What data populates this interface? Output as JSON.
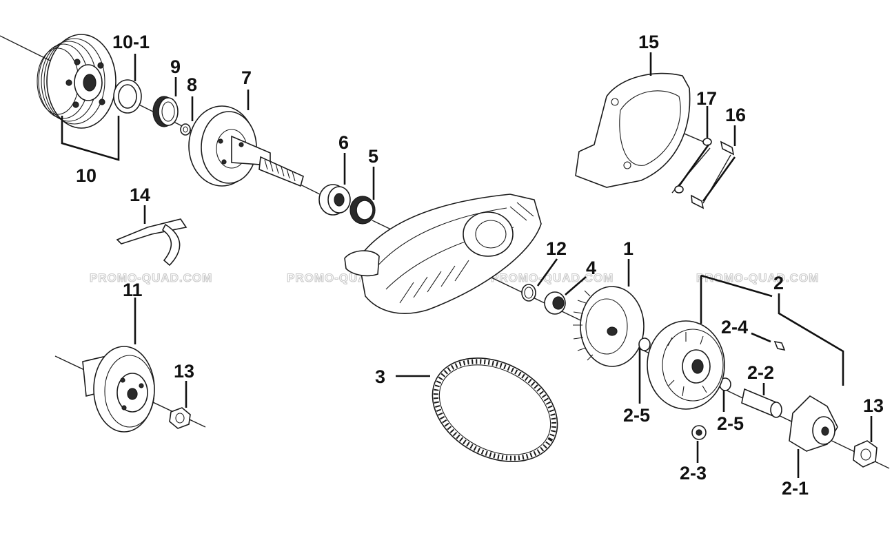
{
  "diagram": {
    "watermark_text": "PROMO-QUAD.COM",
    "callouts": {
      "c10_1": "10-1",
      "c9": "9",
      "c8": "8",
      "c7": "7",
      "c10": "10",
      "c6": "6",
      "c5": "5",
      "c14": "14",
      "c15": "15",
      "c17": "17",
      "c16": "16",
      "c12": "12",
      "c1": "1",
      "c4": "4",
      "c2": "2",
      "c11": "11",
      "c13a": "13",
      "c3": "3",
      "c2_4": "2-4",
      "c2_2": "2-2",
      "c2_5a": "2-5",
      "c2_5b": "2-5",
      "c13b": "13",
      "c2_3": "2-3",
      "c2_1": "2-1"
    }
  }
}
